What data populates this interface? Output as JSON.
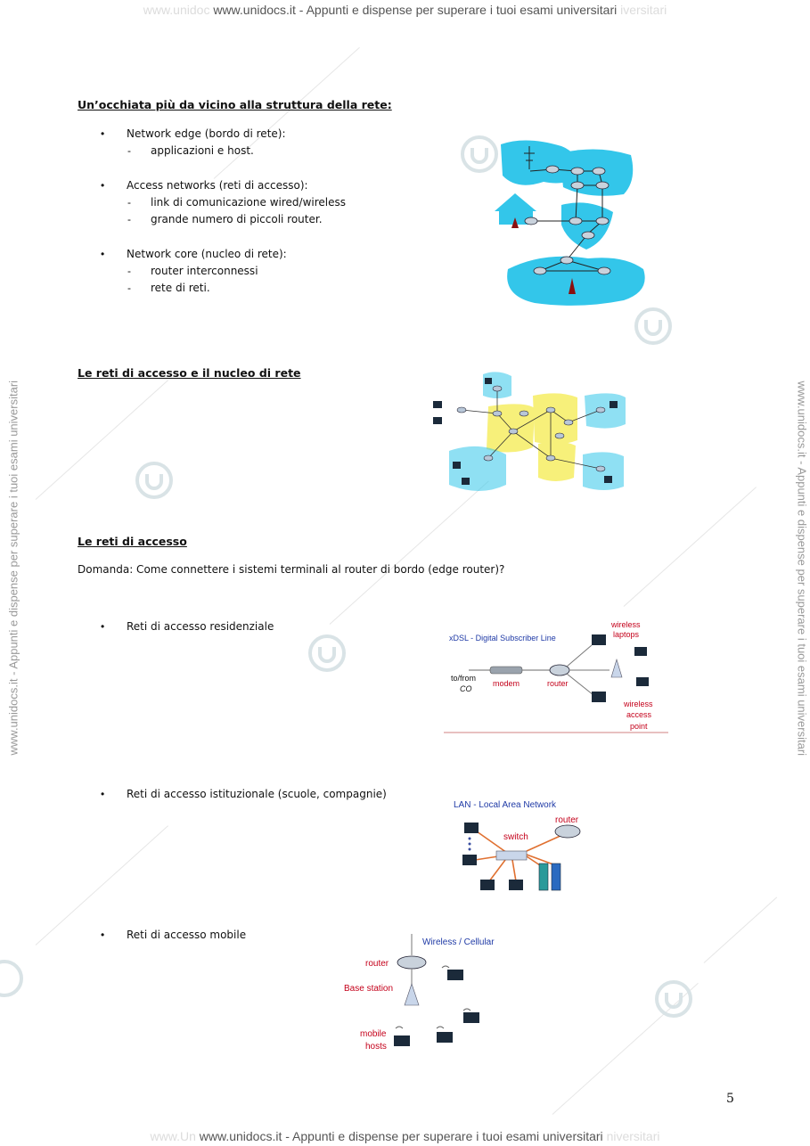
{
  "header": {
    "ghost_left": "www.unidoc",
    "text": "www.unidocs.it - Appunti e dispense per superare i tuoi esami universitari",
    "ghost_right": "iversitari"
  },
  "footer": {
    "ghost_left": "www.Un",
    "text": "www.unidocs.it - Appunti e dispense per superare i tuoi esami universitari",
    "ghost_right": "niversitari"
  },
  "side_watermark": "www.unidocs.it - Appunti e dispense per superare i tuoi esami universitari",
  "section1": {
    "title": "Un’occhiata più da vicino alla struttura della rete:",
    "items": [
      {
        "label": "Network edge (bordo di rete):",
        "subs": [
          "applicazioni e host."
        ]
      },
      {
        "label": "Access networks (reti di accesso):",
        "subs": [
          "link di comunicazione wired/wireless",
          "grande numero di piccoli router."
        ]
      },
      {
        "label": "Network core (nucleo di rete):",
        "subs": [
          "router interconnessi",
          "rete di reti."
        ]
      }
    ]
  },
  "section2": {
    "title": "Le reti di accesso e il nucleo di rete"
  },
  "section3": {
    "title": "Le reti di accesso",
    "question": "Domanda: Come connettere i sistemi terminali al router di bordo (edge router)?",
    "bullets": [
      "Reti di accesso residenziale",
      "Reti di accesso istituzionale (scuole, compagnie)",
      "Reti di accesso mobile"
    ]
  },
  "fig_xdsl": {
    "title": "xDSL - Digital Subscriber Line",
    "to_from": "to/from",
    "co": "CO",
    "modem": "modem",
    "router": "router",
    "wireless_laptops": [
      "wireless",
      "laptops"
    ],
    "wap": [
      "wireless",
      "access",
      "point"
    ]
  },
  "fig_lan": {
    "title": "LAN - Local Area Network",
    "router": "router",
    "switch": "switch"
  },
  "fig_wireless": {
    "title": "Wireless / Cellular",
    "router": "router",
    "base_station": "Base station",
    "mobile_hosts": [
      "mobile",
      "hosts"
    ]
  },
  "page_number": "5",
  "colors": {
    "net_blue": "#33c6ea",
    "net_yellow": "#f7f07a",
    "label_red": "#c4001a",
    "title_blue": "#1f3aa6"
  }
}
